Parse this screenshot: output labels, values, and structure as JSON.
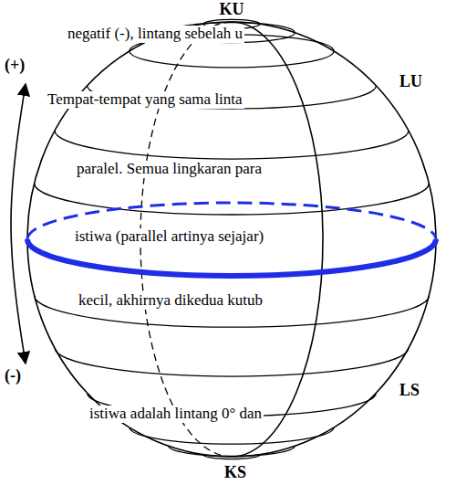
{
  "diagram": {
    "labels": [
      "KU",
      "negatif (-), lintang sebelah u",
      "(+)",
      "LU",
      "Tempat-tempat yang sama linta",
      "paralel. Semua lingkaran para",
      "istiwa (parallel artinya sejajar)",
      "kecil, akhirnya dikedua kutub",
      "(-)",
      "LS",
      "istiwa adalah lintang 0° dan",
      "KS"
    ]
  }
}
